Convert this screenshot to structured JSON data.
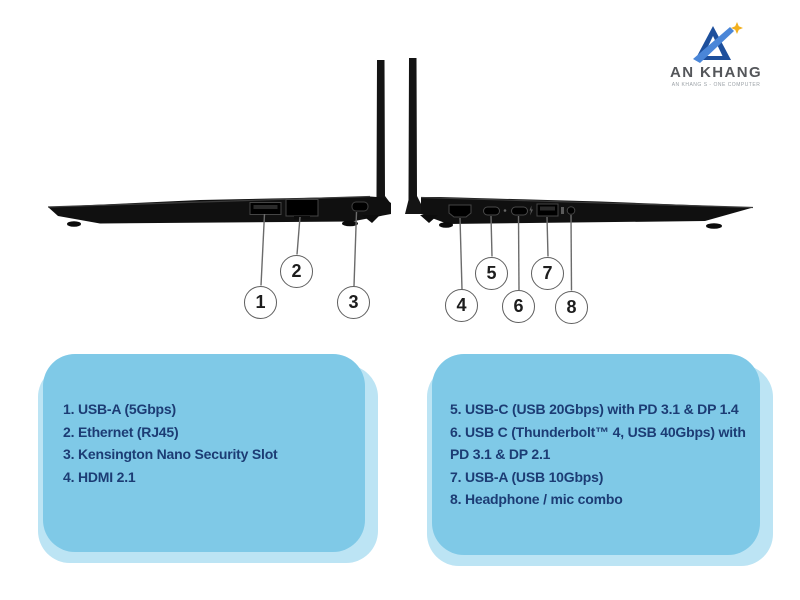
{
  "brand": {
    "name": "AN KHANG",
    "tagline": "AN KHANG S - ONE COMPUTER"
  },
  "callouts": [
    {
      "number": "1",
      "port": "USB-A (5Gbps)"
    },
    {
      "number": "2",
      "port": "Ethernet (RJ45)"
    },
    {
      "number": "3",
      "port": "Kensington Nano Security Slot"
    },
    {
      "number": "4",
      "port": "HDMI 2.1"
    },
    {
      "number": "5",
      "port": "USB-C (USB 20Gbps)"
    },
    {
      "number": "6",
      "port": "USB C (Thunderbolt 4, USB 40Gbps)"
    },
    {
      "number": "7",
      "port": "USB-A (USB 10Gbps)"
    },
    {
      "number": "8",
      "port": "Headphone / mic combo"
    }
  ],
  "legend_left": {
    "items": [
      "1. USB-A (5Gbps)",
      "2. Ethernet (RJ45)",
      "3. Kensington Nano Security Slot",
      "4. HDMI 2.1"
    ]
  },
  "legend_right": {
    "items": [
      "5. USB-C (USB 20Gbps) with PD 3.1 & DP 1.4",
      "6. USB C (Thunderbolt™ 4, USB 40Gbps) with PD 3.1 & DP 2.1",
      "7. USB-A (USB 10Gbps)",
      "8. Headphone / mic combo"
    ]
  },
  "colors": {
    "panel_background": "#7fc9e7",
    "panel_shadow": "#bce4f4",
    "panel_text": "#1c3c74",
    "laptop_body": "#101010",
    "callout_line": "#6b6b6b",
    "brand_blue_dark": "#1d4f9c",
    "brand_blue_light": "#4a86d8",
    "brand_star_gold": "#f2b01e",
    "brand_text_gray": "#54565a"
  }
}
